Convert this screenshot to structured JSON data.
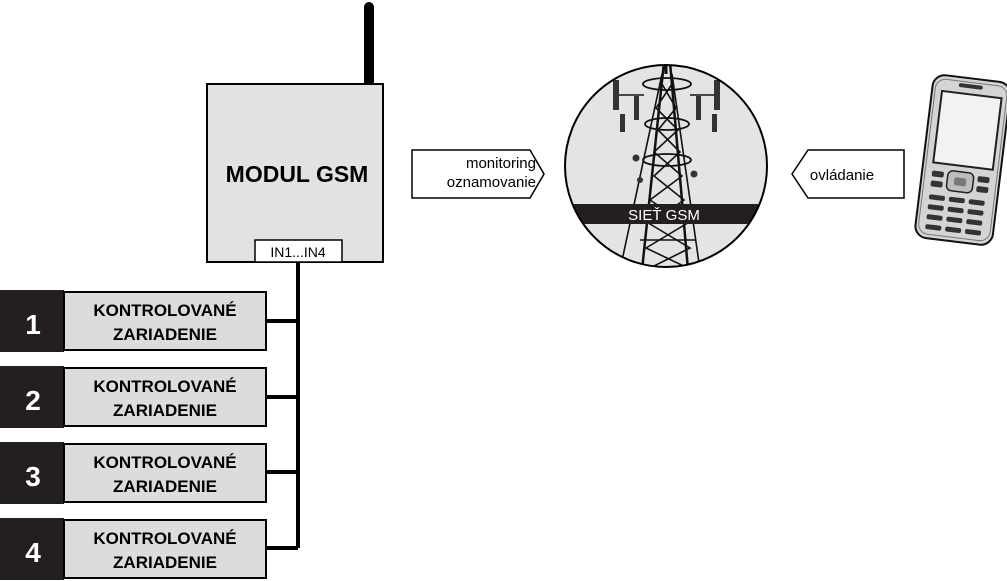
{
  "module": {
    "title": "MODUL GSM",
    "input_label": "IN1...IN4"
  },
  "arrows": {
    "left_line1": "monitoring",
    "left_line2": "oznamovanie",
    "right": "ovládanie"
  },
  "tower": {
    "network_label": "SIEŤ GSM"
  },
  "devices": [
    {
      "number": "1",
      "line1": "KONTROLOVANÉ",
      "line2": "ZARIADENIE"
    },
    {
      "number": "2",
      "line1": "KONTROLOVANÉ",
      "line2": "ZARIADENIE"
    },
    {
      "number": "3",
      "line1": "KONTROLOVANÉ",
      "line2": "ZARIADENIE"
    },
    {
      "number": "4",
      "line1": "KONTROLOVANÉ",
      "line2": "ZARIADENIE"
    }
  ],
  "colors": {
    "module_fill": "#e2e2e2",
    "device_fill": "#dcdcdc",
    "number_fill": "#231f20",
    "line": "#000000"
  }
}
